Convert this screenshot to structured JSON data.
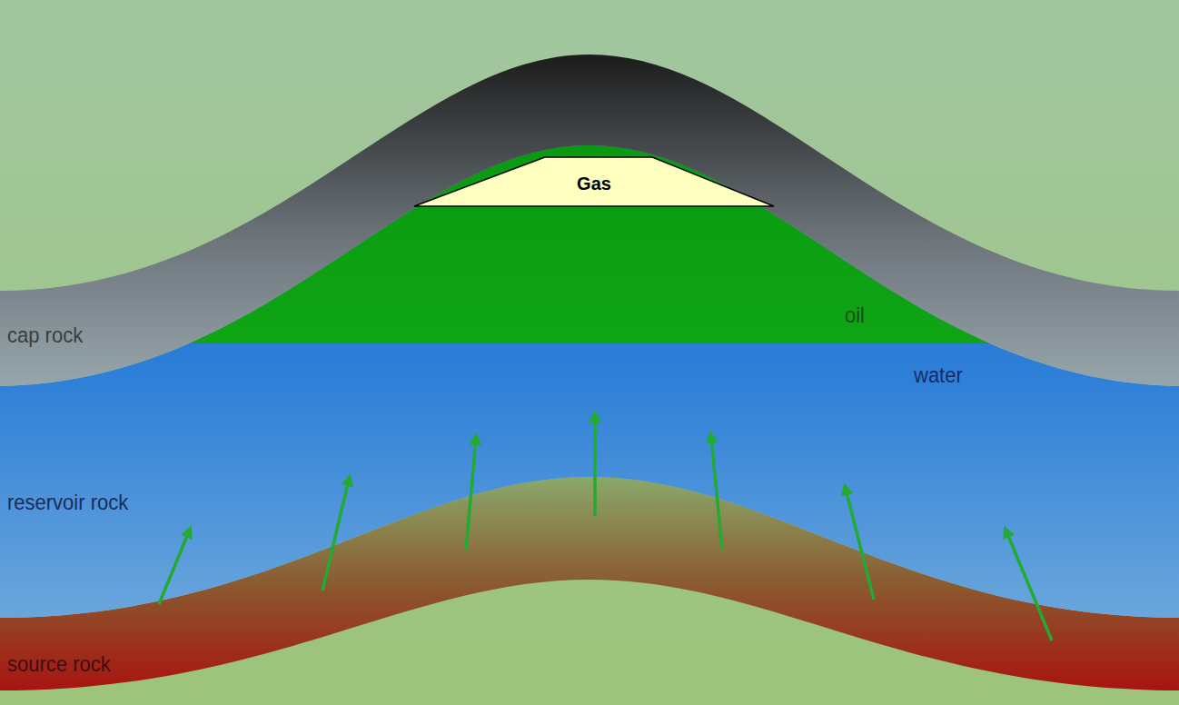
{
  "diagram": {
    "nodes": [
      {
        "text": [
          "Gas"
        ]
      }
    ],
    "labels": [
      "cap rock",
      "oil",
      "water",
      "reservoir rock",
      "source rock"
    ]
  }
}
